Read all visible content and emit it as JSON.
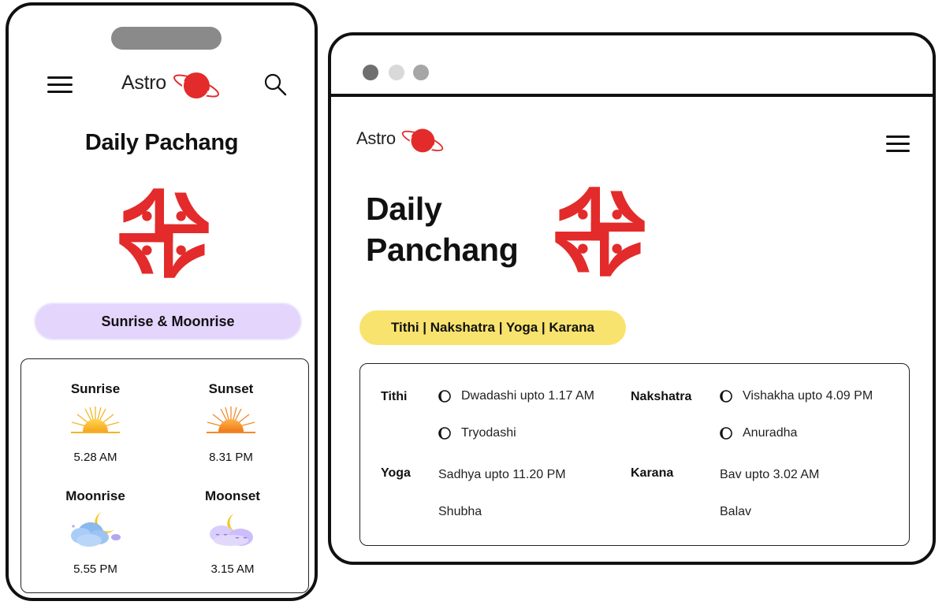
{
  "brand": {
    "logo_text": "Astro",
    "accent": "#e32b2b"
  },
  "phone": {
    "title": "Daily Pachang",
    "tab_pill": "Sunrise & Moonrise",
    "pill_color": "#e4d5fd",
    "icons": {
      "menu": "hamburger-menu-icon",
      "search": "search-icon",
      "symbol": "swastika-icon"
    },
    "timings": [
      {
        "label": "Sunrise",
        "time": "5.28 AM",
        "icon": "sunrise-icon"
      },
      {
        "label": "Sunset",
        "time": "8.31 PM",
        "icon": "sunset-icon"
      },
      {
        "label": "Moonrise",
        "time": "5.55 PM",
        "icon": "moonrise-icon"
      },
      {
        "label": "Moonset",
        "time": "3.15 AM",
        "icon": "moonset-icon"
      }
    ]
  },
  "browser": {
    "title_line1": "Daily",
    "title_line2": "Panchang",
    "tab_pill": "Tithi | Nakshatra | Yoga | Karana",
    "pill_color": "#f9e36f",
    "window_dots": [
      "#6f6f6f",
      "#d9d9d9",
      "#a6a6a6"
    ],
    "panchang": {
      "tithi": {
        "label": "Tithi",
        "values": [
          "Dwadashi upto 1.17 AM",
          "Tryodashi"
        ]
      },
      "nakshatra": {
        "label": "Nakshatra",
        "values": [
          "Vishakha upto 4.09 PM",
          "Anuradha"
        ]
      },
      "yoga": {
        "label": "Yoga",
        "values": [
          "Sadhya upto 11.20 PM",
          "Shubha"
        ]
      },
      "karana": {
        "label": "Karana",
        "values": [
          "Bav upto 3.02 AM",
          "Balav"
        ]
      }
    }
  }
}
